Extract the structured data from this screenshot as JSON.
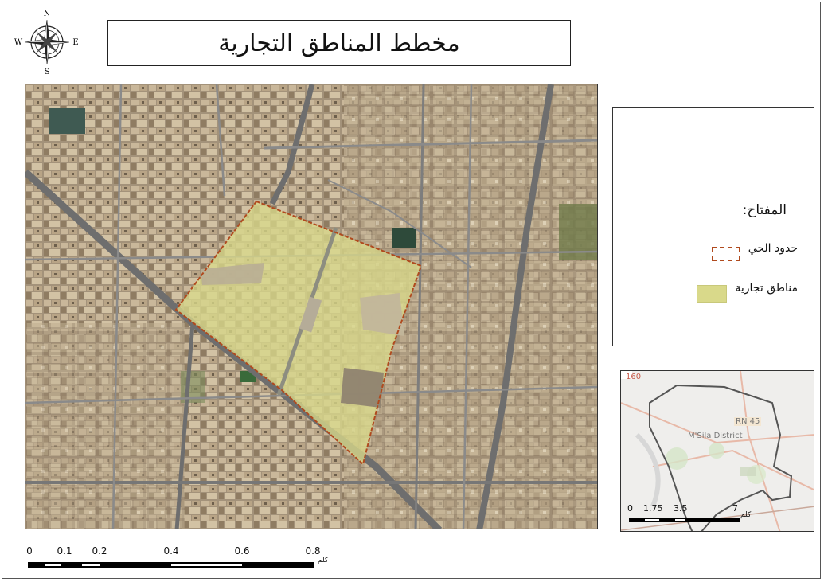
{
  "title": "مخطط المناطق التجارية",
  "compass": {
    "n": "N",
    "s": "S",
    "e": "E",
    "w": "W"
  },
  "legend": {
    "title": "المفتاح:",
    "items": [
      {
        "label": "حدود الحي",
        "color": "#b04a1e"
      },
      {
        "label": "مناطق تجارية",
        "color": "#d9d98a"
      }
    ]
  },
  "inset": {
    "district_label": "M'Sila District",
    "road_label": "RN 45",
    "road_label_2": "160",
    "scale": {
      "ticks": [
        "0",
        "1.75",
        "3.5",
        "7"
      ],
      "unit": "كلم"
    }
  },
  "scale_main": {
    "ticks": [
      "0",
      "0.1",
      "0.2",
      "0.4",
      "0.6",
      "0.8"
    ],
    "unit": "كلم"
  },
  "colors": {
    "boundary": "#b04a1e",
    "commercial": "#d9d98a",
    "imagery": "#a89a7e"
  }
}
